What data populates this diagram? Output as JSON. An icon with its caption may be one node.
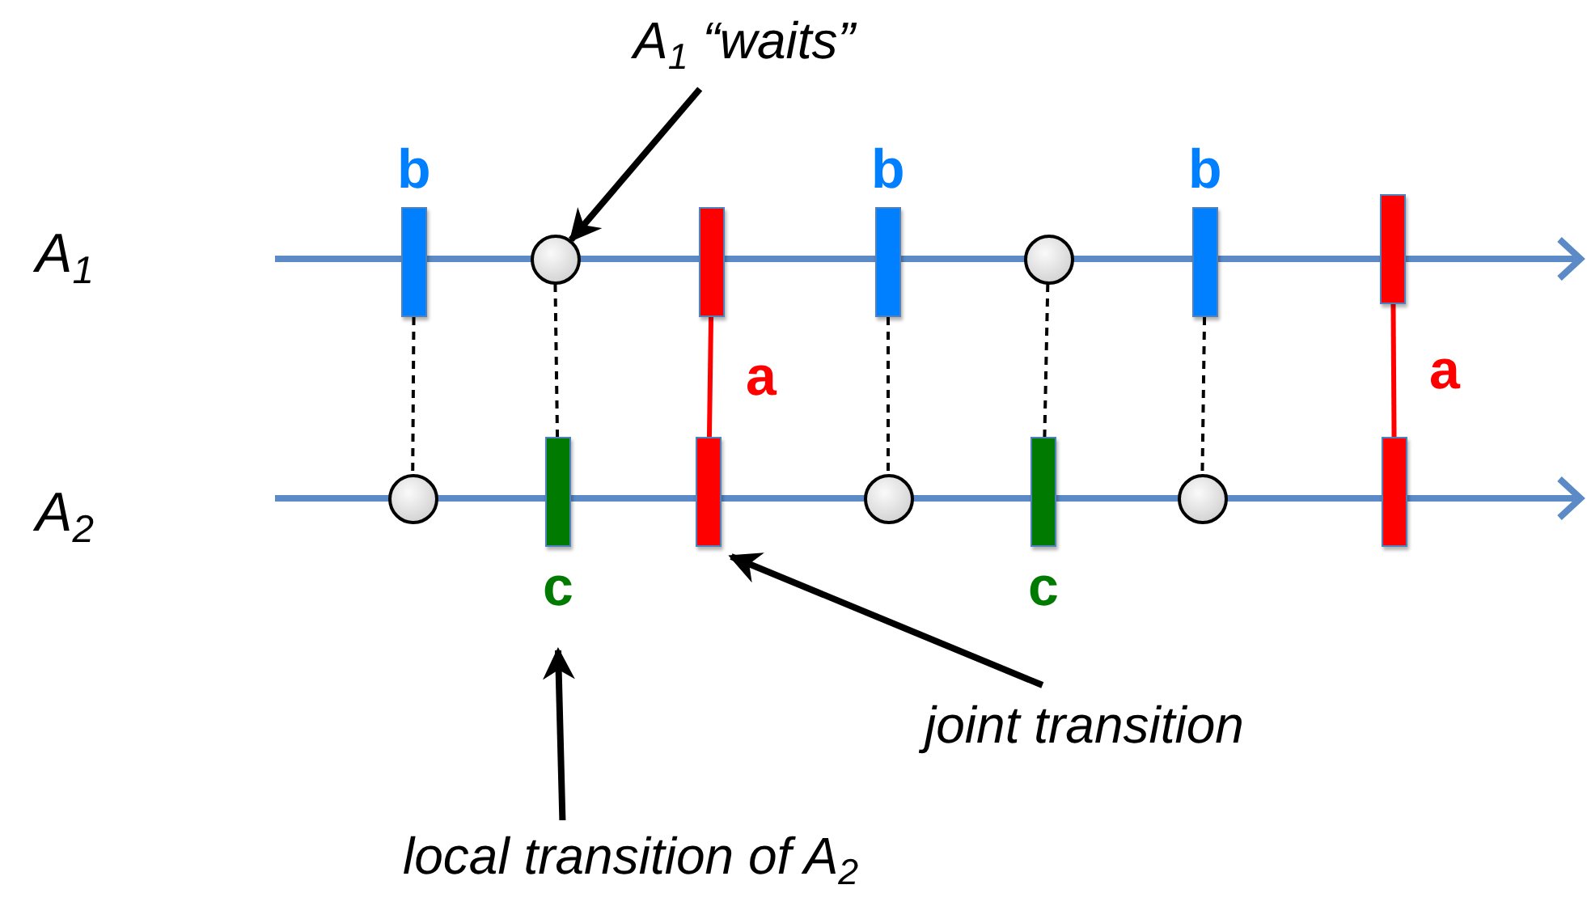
{
  "diagram": {
    "nodes": [
      {
        "text": [],
        "shape": "bar",
        "beside": [
          "b"
        ]
      },
      {
        "text": [],
        "shape": "circle"
      },
      {
        "text": [],
        "shape": "bar"
      },
      {
        "text": [],
        "shape": "bar",
        "beside": [
          "b"
        ]
      },
      {
        "text": [],
        "shape": "circle"
      },
      {
        "text": [],
        "shape": "bar",
        "beside": [
          "b"
        ]
      },
      {
        "text": [],
        "shape": "bar"
      },
      {
        "text": [],
        "shape": "circle"
      },
      {
        "text": [],
        "shape": "bar",
        "beside": [
          "c"
        ]
      },
      {
        "text": [],
        "shape": "bar"
      },
      {
        "text": [],
        "shape": "circle"
      },
      {
        "text": [],
        "shape": "bar",
        "beside": [
          "c"
        ]
      },
      {
        "text": [],
        "shape": "circle"
      },
      {
        "text": [],
        "shape": "bar"
      },
      {
        "text": [
          "A$_{1}$ “waits”"
        ]
      },
      {
        "text": [
          "joint transition"
        ]
      },
      {
        "text": [
          "local transition of A$_{2}$"
        ]
      }
    ],
    "edges": [
      {
        "from": 0,
        "to": 7,
        "arrow": "none",
        "style": "dashed"
      },
      {
        "from": 1,
        "to": 8,
        "arrow": "none",
        "style": "dashed"
      },
      {
        "from": 2,
        "to": 9,
        "arrow": "none",
        "label": "a",
        "color": "#ff0000"
      },
      {
        "from": 3,
        "to": 10,
        "arrow": "none",
        "style": "dashed"
      },
      {
        "from": 4,
        "to": 11,
        "arrow": "none",
        "style": "dashed"
      },
      {
        "from": 5,
        "to": 12,
        "arrow": "none",
        "style": "dashed"
      },
      {
        "from": 6,
        "to": 13,
        "arrow": "none",
        "label": "a",
        "color": "#ff0000"
      },
      {
        "from": 14,
        "to": 1,
        "arrow": "to",
        "style": "thick"
      },
      {
        "from": 15,
        "to": 9,
        "arrow": "to",
        "style": "thick"
      },
      {
        "from": 16,
        "to": 8,
        "arrow": "to",
        "style": "thick"
      }
    ],
    "labels": [
      "A$_{1}$",
      "A$_{2}$"
    ]
  }
}
